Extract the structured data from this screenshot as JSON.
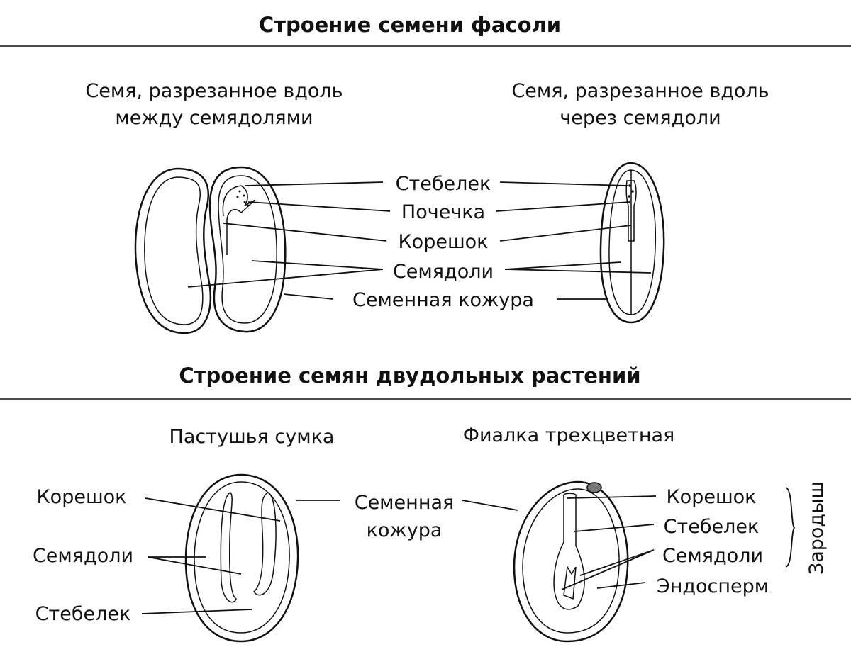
{
  "section1": {
    "title": "Строение семени фасоли",
    "left_caption": [
      "Семя, разрезанное вдоль",
      "между семядолями"
    ],
    "right_caption": [
      "Семя, разрезанное вдоль",
      "через семядоли"
    ],
    "labels": [
      "Стебелек",
      "Почечка",
      "Корешок",
      "Семядоли",
      "Семенная кожура"
    ]
  },
  "section2": {
    "title": "Строение семян двудольных растений",
    "left_caption": "Пастушья сумка",
    "right_caption": "Фиалка трехцветная",
    "left_labels": [
      "Корешок",
      "Семядоли",
      "Стебелек"
    ],
    "middle_label": [
      "Семенная",
      "кожура"
    ],
    "right_labels": [
      "Корешок",
      "Стебелек",
      "Семядоли",
      "Эндосперм"
    ],
    "brace_label": "Зародыш"
  }
}
